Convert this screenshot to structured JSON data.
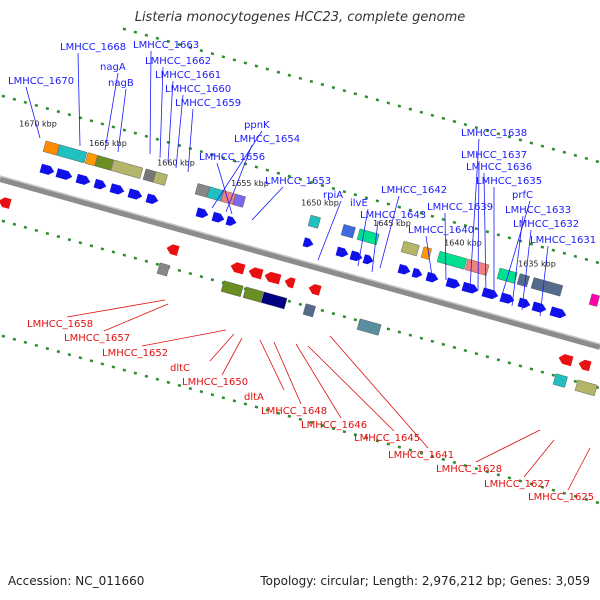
{
  "title": "Listeria monocytogenes HCC23, complete genome",
  "footer": {
    "accession": "Accession: NC_011660",
    "summary": "Topology: circular; Length: 2,976,212 bp; Genes: 3,059"
  },
  "colors": {
    "forward_label": "#1a1aff",
    "reverse_label": "#e01010",
    "backbone": "#8c8c8c",
    "tick": "#2e8b2e"
  },
  "kbp_ticks": [
    "1670 kbp",
    "1665 kbp",
    "1660 kbp",
    "1655 kbp",
    "1650 kbp",
    "1645 kbp",
    "1640 kbp",
    "1635 kbp"
  ],
  "forward_labels": [
    "LMHCC_1670",
    "LMHCC_1668",
    "nagA",
    "nagB",
    "LMHCC_1663",
    "LMHCC_1662",
    "LMHCC_1661",
    "LMHCC_1660",
    "LMHCC_1659",
    "ppnK",
    "LMHCC_1654",
    "LMHCC_1656",
    "LMHCC_1653",
    "rpiA",
    "ilvE",
    "LMHCC_1642",
    "LMHCC_1643",
    "LMHCC_1639",
    "LMHCC_1640",
    "LMHCC_1638",
    "LMHCC_1637",
    "LMHCC_1636",
    "LMHCC_1635",
    "prfC",
    "LMHCC_1633",
    "LMHCC_1632",
    "LMHCC_1631"
  ],
  "reverse_labels": [
    "LMHCC_1658",
    "LMHCC_1657",
    "LMHCC_1652",
    "dltC",
    "LMHCC_1650",
    "dltA",
    "LMHCC_1648",
    "LMHCC_1646",
    "LMHCC_1645",
    "LMHCC_1641",
    "LMHCC_1628",
    "LMHCC_1627",
    "LMHCC_1625"
  ]
}
